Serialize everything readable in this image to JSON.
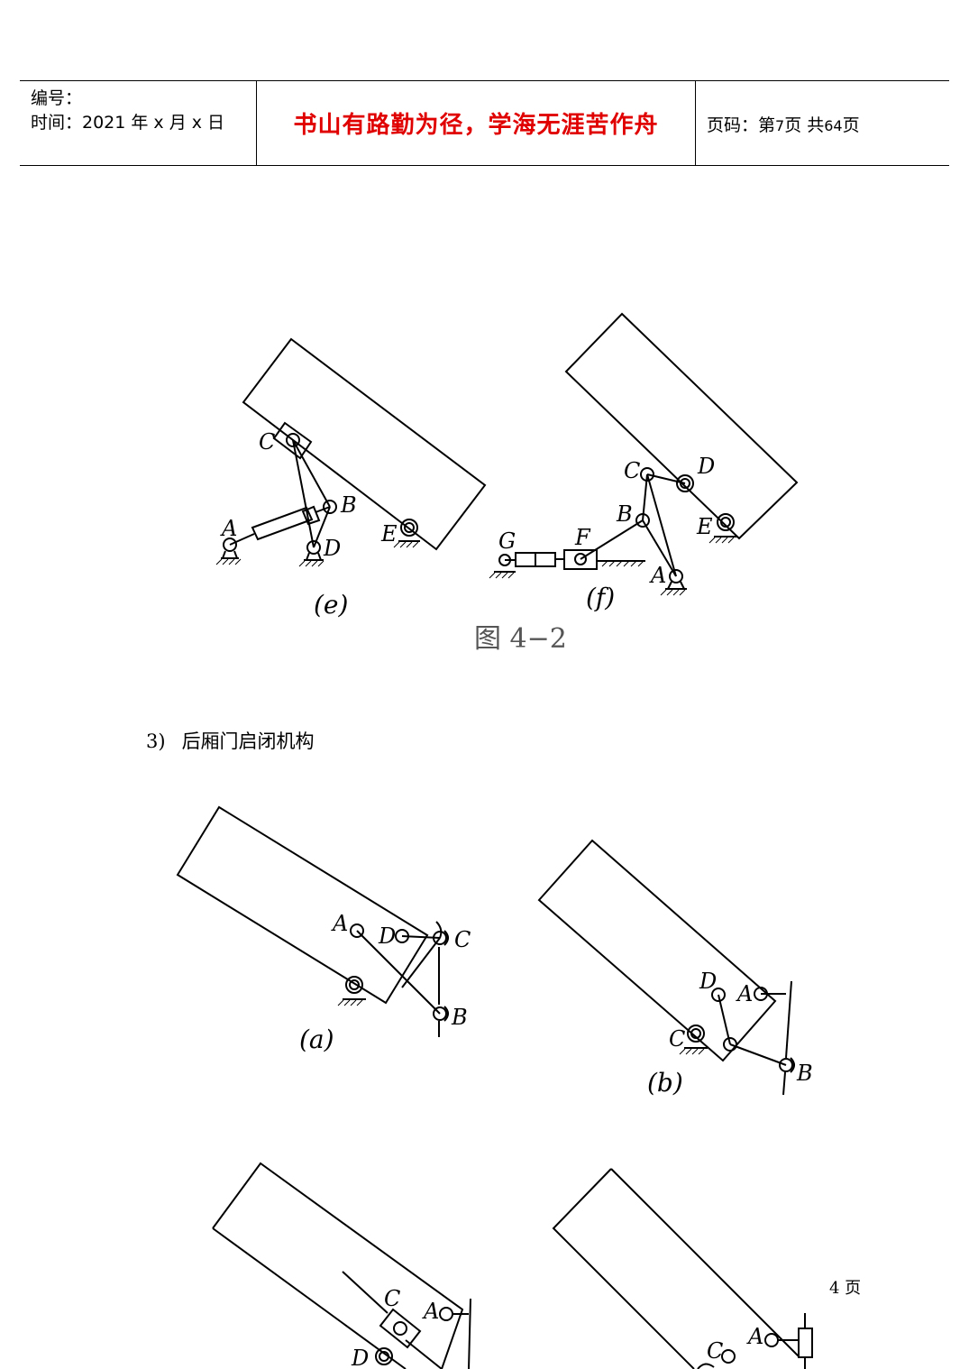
{
  "header": {
    "id_label": "编号：",
    "time_label": "时间：2021 年 x 月 x 日",
    "motto": "书山有路勤为径，学海无涯苦作舟",
    "page_prefix": "页码：第",
    "page_current": "7",
    "page_mid": "页  共",
    "page_total": "64",
    "page_suffix": "页"
  },
  "figure_4_2": {
    "caption": "图 4−2",
    "sub_e": "(e)",
    "sub_f": "(f)",
    "labels_e": [
      "A",
      "B",
      "C",
      "D",
      "E"
    ],
    "labels_f": [
      "A",
      "B",
      "C",
      "D",
      "E",
      "F",
      "G"
    ]
  },
  "section": {
    "number": "3)",
    "title": "后厢门启闭机构"
  },
  "figure_next": {
    "sub_a": "(a)",
    "sub_b": "(b)",
    "labels_a": [
      "A",
      "B",
      "C",
      "D"
    ],
    "labels_b": [
      "A",
      "B",
      "C",
      "D"
    ],
    "labels_c": [
      "A",
      "C",
      "D"
    ],
    "labels_d": [
      "A",
      "C"
    ]
  },
  "footer": {
    "text": "4 页"
  }
}
